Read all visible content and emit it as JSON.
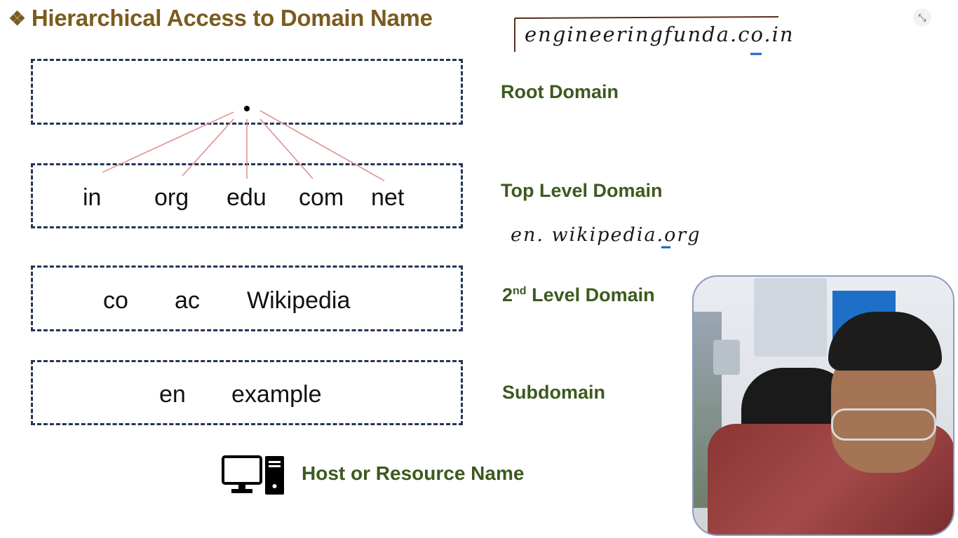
{
  "title": {
    "bullet": "❖",
    "text": "Hierarchical Access to Domain Name"
  },
  "tree": {
    "root_symbol": ".",
    "tld": [
      "in",
      "org",
      "edu",
      "com",
      "net"
    ],
    "second_level": [
      "co",
      "ac",
      "Wikipedia"
    ],
    "subdomain": [
      "en",
      "example"
    ]
  },
  "labels": {
    "root": "Root Domain",
    "tld": "Top Level Domain",
    "second_level_prefix": "2",
    "second_level_sup": "nd",
    "second_level_suffix": " Level Domain",
    "subdomain": "Subdomain",
    "host": "Host or Resource Name"
  },
  "handwriting": {
    "top": "engineeringfunda.co.in",
    "middle": "en. wikipedia.org"
  },
  "icons": {
    "collapse": "collapse-icon",
    "computer": "computer-icon",
    "bullet": "diamond-bullet-icon"
  },
  "colors": {
    "title": "#7a5c1e",
    "label": "#3c5a1e",
    "box_border": "#243555",
    "tree_lines": "#e08a8a",
    "underline": "#1a5fc7"
  }
}
